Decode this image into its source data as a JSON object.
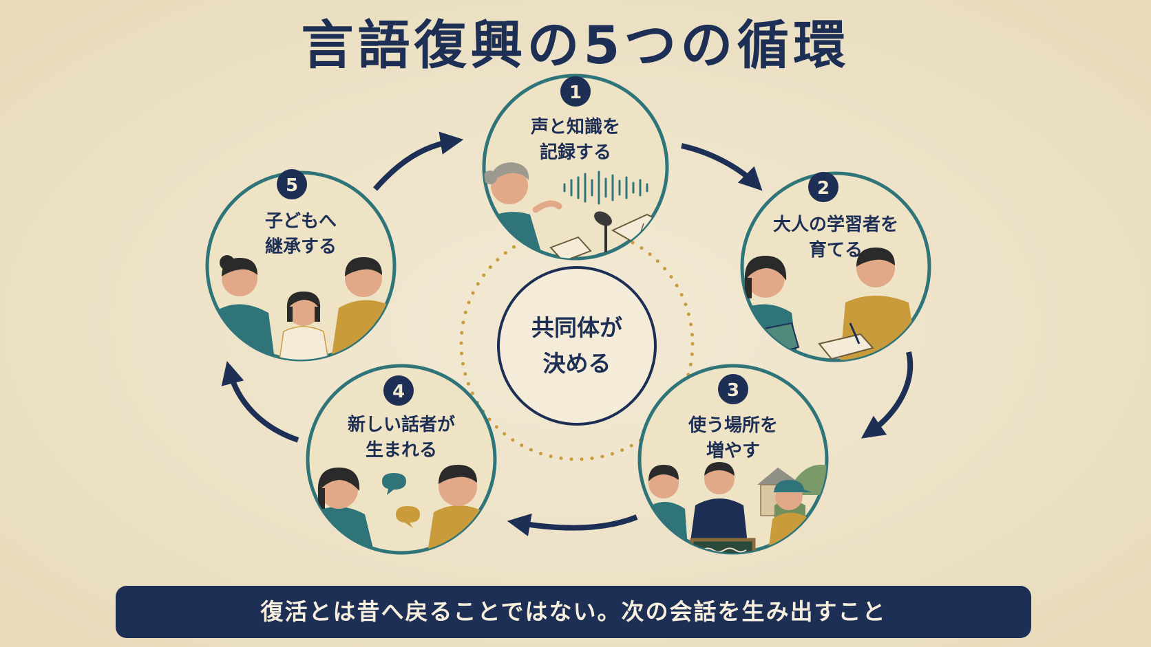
{
  "title": "言語復興の5つの循環",
  "center": {
    "line1": "共同体が",
    "line2": "決める"
  },
  "steps": [
    {
      "number": "1",
      "line1": "声と知識を",
      "line2": "記録する"
    },
    {
      "number": "2",
      "line1": "大人の学習者を",
      "line2": "育てる"
    },
    {
      "number": "3",
      "line1": "使う場所を",
      "line2": "増やす"
    },
    {
      "number": "4",
      "line1": "新しい話者が",
      "line2": "生まれる"
    },
    {
      "number": "5",
      "line1": "子どもへ",
      "line2": "継承する"
    }
  ],
  "footer": "復活とは昔へ戻ることではない。次の会話を生み出すこと",
  "colors": {
    "navy": "#1d2f55",
    "teal": "#2f7479",
    "mustard": "#c99b3a",
    "paper": "#f1e7d0",
    "circle_fill": "#efe3c6"
  }
}
